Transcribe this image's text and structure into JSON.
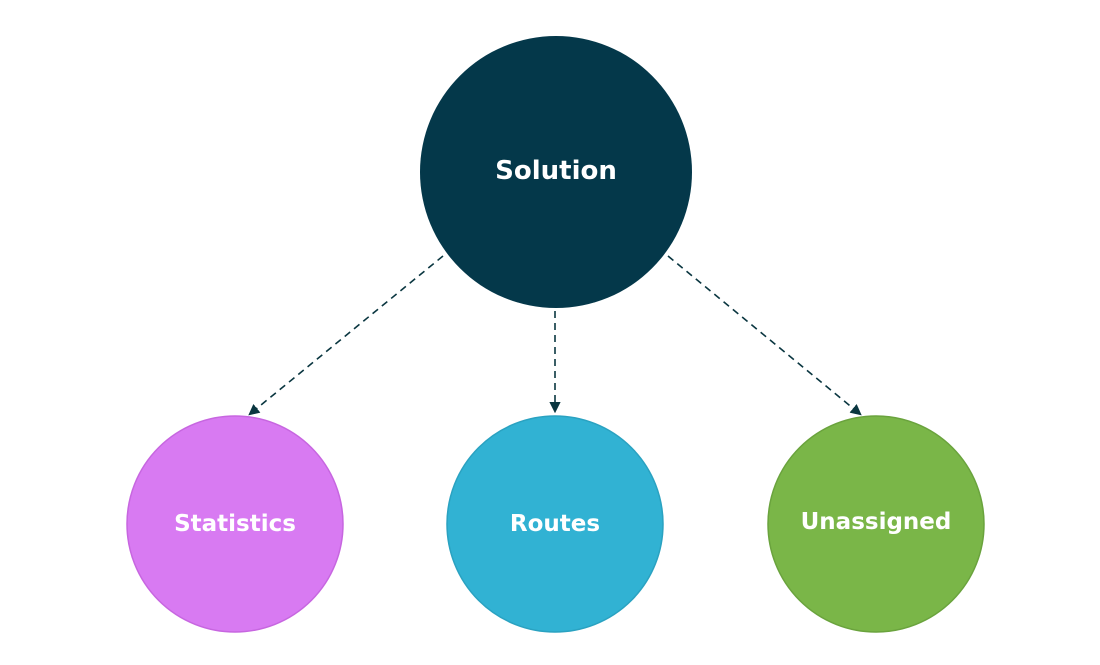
{
  "diagram": {
    "root": {
      "label": "Solution",
      "color": "#04384a"
    },
    "children": [
      {
        "id": "statistics",
        "label": "Statistics",
        "color": "#d87af2",
        "border": "#c766e0"
      },
      {
        "id": "routes",
        "label": "Routes",
        "color": "#31b2d3",
        "border": "#2aa2c1"
      },
      {
        "id": "unassigned",
        "label": "Unassigned",
        "color": "#7ab648",
        "border": "#6aa33d"
      }
    ],
    "edge_color": "#0a3640",
    "edge_style": "dashed-arrow"
  }
}
